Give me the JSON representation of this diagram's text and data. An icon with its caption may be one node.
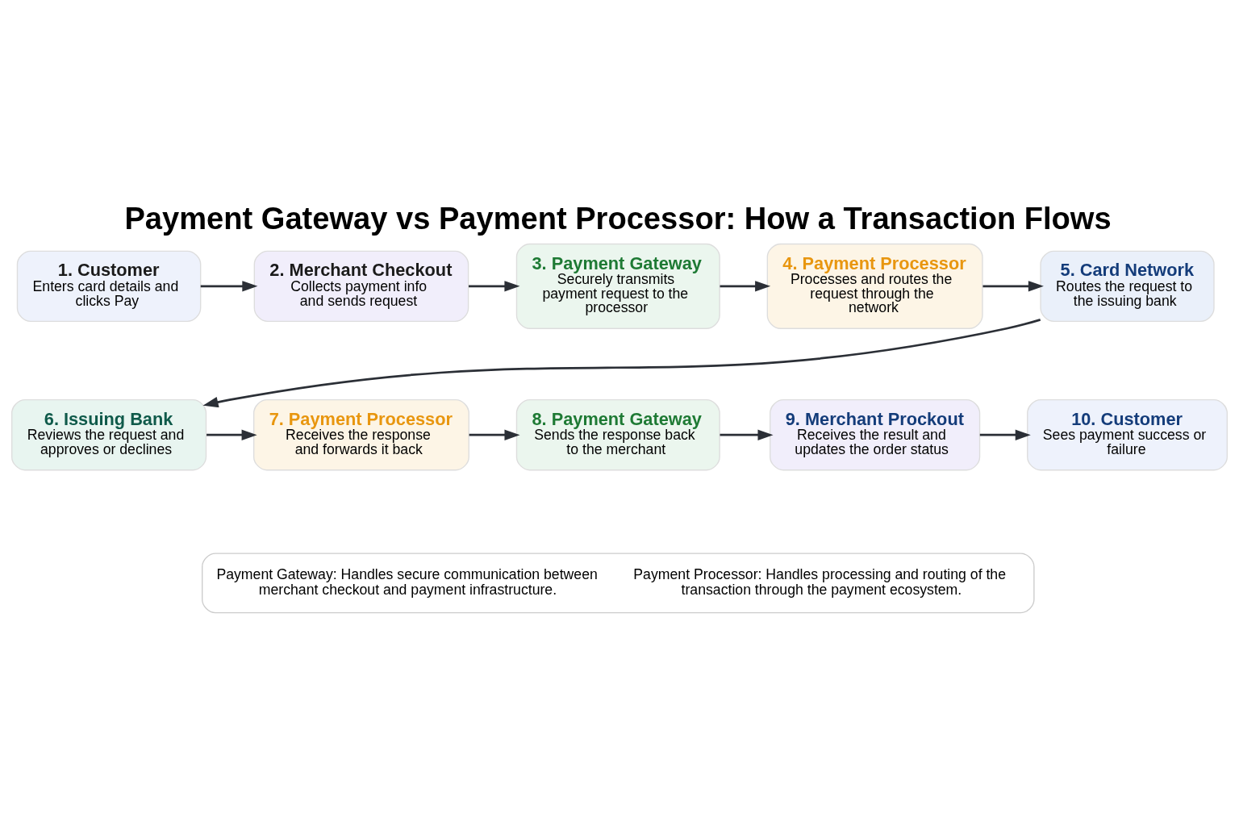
{
  "diagram": {
    "title": "Payment Gateway vs Payment Processor: How a Transaction Flows",
    "nodes": [
      {
        "text": [
          "1. Customer",
          "Enters card details and clicks Pay"
        ]
      },
      {
        "text": [
          "2. Merchant Checkout",
          "Collects payment info and sends request"
        ]
      },
      {
        "text": [
          "3. Payment Gateway",
          "Securely transmits payment request to the processor"
        ]
      },
      {
        "text": [
          "4. Payment Processor",
          "Processes and routes the request through the network"
        ]
      },
      {
        "text": [
          "5. Card Network",
          "Routes the request to the issuing bank"
        ]
      },
      {
        "text": [
          "6. Issuing Bank",
          "Reviews the request and approves or declines"
        ]
      },
      {
        "text": [
          "7. Payment Processor",
          "Receives the response and forwards it back"
        ]
      },
      {
        "text": [
          "8. Payment Gateway",
          "Sends the response back to the merchant"
        ]
      },
      {
        "text": [
          "9. Merchant Prockout",
          "Receives the result and updates the order status"
        ]
      },
      {
        "text": [
          "10. Customer",
          "Sees payment success or failure"
        ]
      }
    ],
    "edges": [
      {
        "from": 0,
        "to": 1,
        "arrow": "to"
      },
      {
        "from": 1,
        "to": 2,
        "arrow": "to"
      },
      {
        "from": 2,
        "to": 3,
        "arrow": "to"
      },
      {
        "from": 3,
        "to": 4,
        "arrow": "to"
      },
      {
        "from": 4,
        "to": 5,
        "arrow": "to"
      },
      {
        "from": 5,
        "to": 6,
        "arrow": "to"
      },
      {
        "from": 6,
        "to": 7,
        "arrow": "to"
      },
      {
        "from": 7,
        "to": 8,
        "arrow": "to"
      },
      {
        "from": 8,
        "to": 9,
        "arrow": "to"
      }
    ],
    "legend": [
      {
        "text": "Payment Gateway: Handles secure communication between merchant checkout and payment infrastructure."
      },
      {
        "text": "Payment Processor: Handles processing and routing of the transaction through the payment ecosystem."
      }
    ]
  }
}
